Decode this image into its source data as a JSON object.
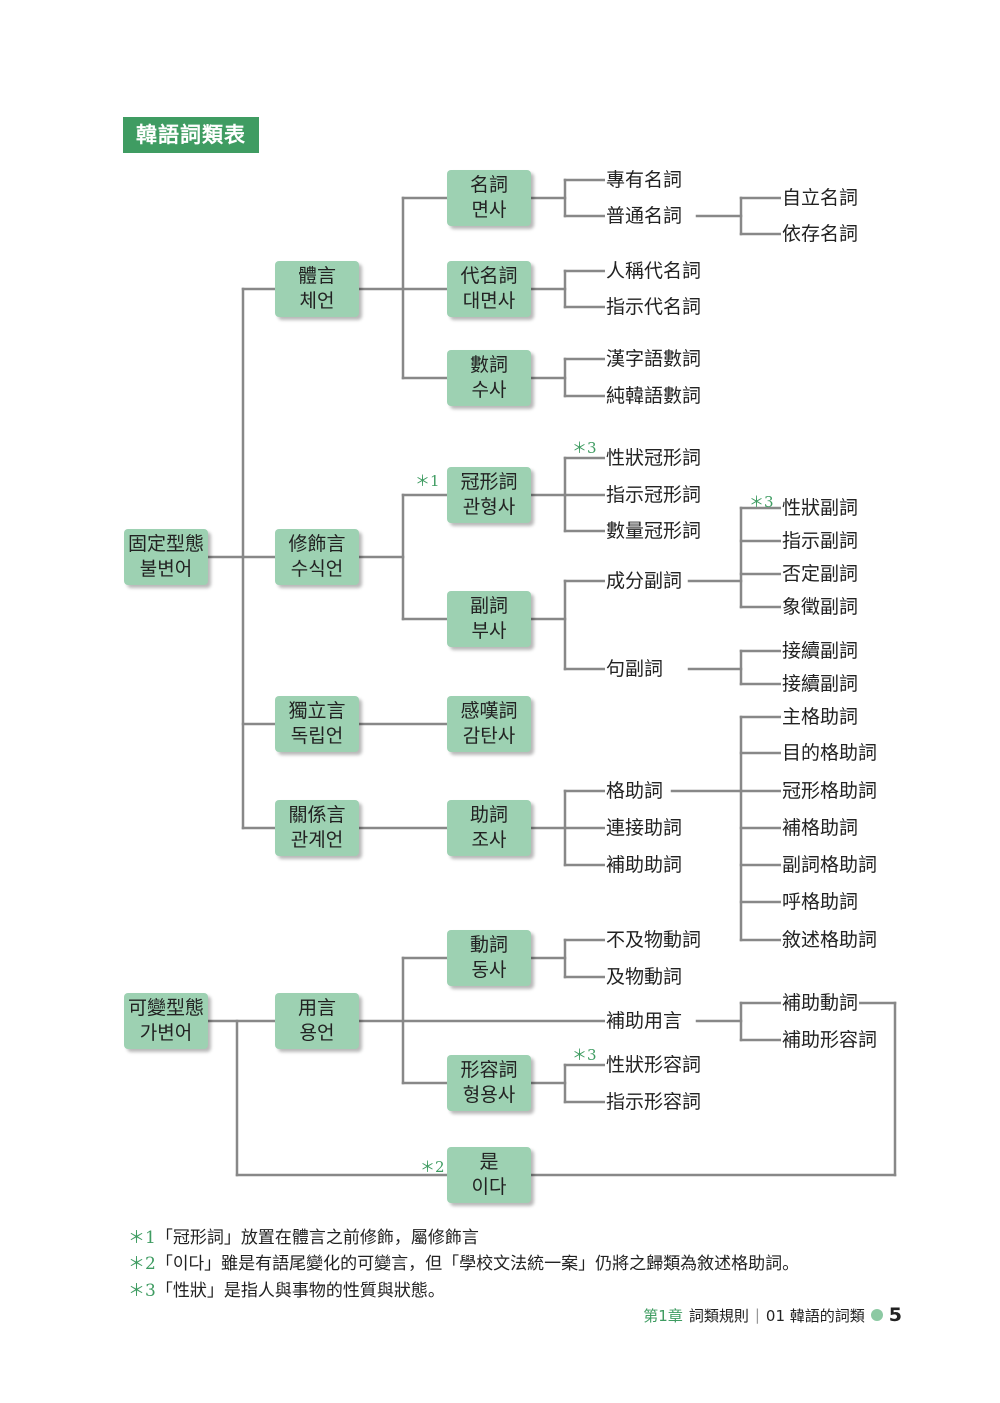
{
  "title": "韓語詞類表",
  "boxes": {
    "fixed": {
      "l1": "固定型態",
      "l2": "불변어"
    },
    "variable": {
      "l1": "可變型態",
      "l2": "가변어"
    },
    "tieon": {
      "l1": "體言",
      "l2": "체언"
    },
    "suik": {
      "l1": "修飾言",
      "l2": "수식언"
    },
    "dokrip": {
      "l1": "獨立言",
      "l2": "독립언"
    },
    "gwangye": {
      "l1": "關係言",
      "l2": "관계언"
    },
    "yongeon": {
      "l1": "用言",
      "l2": "용언"
    },
    "noun": {
      "l1": "名詞",
      "l2": "면사"
    },
    "pronoun": {
      "l1": "代名詞",
      "l2": "대면사"
    },
    "numeral": {
      "l1": "數詞",
      "l2": "수사"
    },
    "adnominal": {
      "l1": "冠形詞",
      "l2": "관형사"
    },
    "adverb": {
      "l1": "副詞",
      "l2": "부사"
    },
    "interj": {
      "l1": "感嘆詞",
      "l2": "감탄사"
    },
    "particle": {
      "l1": "助詞",
      "l2": "조사"
    },
    "verb": {
      "l1": "動詞",
      "l2": "동사"
    },
    "adjective": {
      "l1": "形容詞",
      "l2": "형용사"
    },
    "copula": {
      "l1": "是",
      "l2": "이다"
    }
  },
  "labels": {
    "proper_noun": "專有名詞",
    "common_noun": "普通名詞",
    "independent_noun": "自立名詞",
    "dependent_noun": "依存名詞",
    "personal_pronoun": "人稱代名詞",
    "demonstrative_pronoun": "指示代名詞",
    "sino_numeral": "漢字語數詞",
    "native_numeral": "純韓語數詞",
    "quality_adnominal": "性狀冠形詞",
    "demonstrative_adnominal": "指示冠形詞",
    "quantity_adnominal": "數量冠形詞",
    "component_adverb": "成分副詞",
    "sentence_adverb": "句副詞",
    "quality_adverb": "性狀副詞",
    "demonstrative_adverb": "指示副詞",
    "negative_adverb": "否定副詞",
    "symbolic_adverb": "象徵副詞",
    "conjunctive_adverb_1": "接續副詞",
    "conjunctive_adverb_2": "接續副詞",
    "case_particle": "格助詞",
    "connective_particle": "連接助詞",
    "auxiliary_particle": "補助助詞",
    "nominative": "主格助詞",
    "objective": "目的格助詞",
    "adnominal_case": "冠形格助詞",
    "complement_case": "補格助詞",
    "adverbial_case": "副詞格助詞",
    "vocative": "呼格助詞",
    "predicative": "敘述格助詞",
    "intransitive": "不及物動詞",
    "transitive": "及物動詞",
    "auxiliary_predicate": "補助用言",
    "auxiliary_verb": "補助動詞",
    "auxiliary_adjective": "補助形容詞",
    "quality_adjective": "性狀形容詞",
    "demonstrative_adjective": "指示形容詞"
  },
  "marks": {
    "m1": "＊1",
    "m2": "＊2",
    "m3a": "＊3",
    "m3b": "＊3",
    "m3c": "＊3"
  },
  "notes": [
    {
      "star": "＊1",
      "text": "「冠形詞」放置在體言之前修飾，屬修飾言"
    },
    {
      "star": "＊2",
      "text": "「이다」雖是有語尾變化的可變言，但「學校文法統一案」仍將之歸類為敘述格助詞。"
    },
    {
      "star": "＊3",
      "text": "「性狀」是指人與事物的性質與狀態。"
    }
  ],
  "footer": {
    "chapter": "第1章",
    "chapter_title": "詞類規則",
    "separator": "|",
    "section": "01 韓語的詞類",
    "page": "5"
  },
  "colors": {
    "accent": "#3f9c62",
    "box_fill": "#9dd1b2",
    "line": "#888888"
  }
}
